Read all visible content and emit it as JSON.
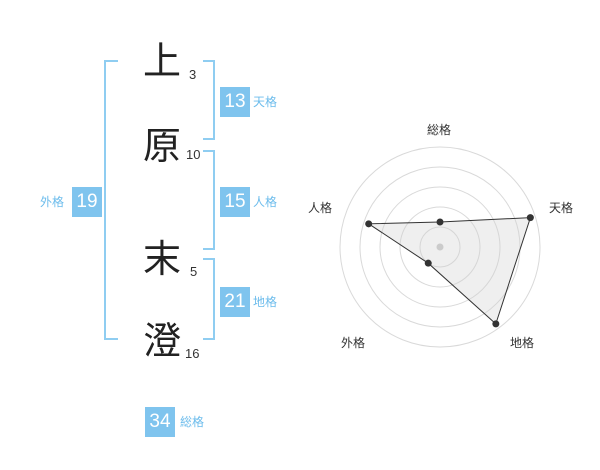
{
  "name": {
    "characters": [
      {
        "char": "上",
        "strokes": "3"
      },
      {
        "char": "原",
        "strokes": "10"
      },
      {
        "char": "末",
        "strokes": "5"
      },
      {
        "char": "澄",
        "strokes": "16"
      }
    ]
  },
  "fortunes": {
    "tenkaku": {
      "value": "13",
      "label": "天格"
    },
    "jinkaku": {
      "value": "15",
      "label": "人格"
    },
    "chikaku": {
      "value": "21",
      "label": "地格"
    },
    "gaikaku": {
      "value": "19",
      "label": "外格"
    },
    "soukaku": {
      "value": "34",
      "label": "総格"
    }
  },
  "colors": {
    "accent": "#7fc4ee",
    "bracket": "#8fcdf1",
    "label": "#6cbcec"
  },
  "chart_data": {
    "type": "radar",
    "axes": [
      "総格",
      "天格",
      "地格",
      "外格",
      "人格"
    ],
    "values": [
      0.25,
      0.95,
      0.95,
      0.2,
      0.75
    ],
    "rings": 5,
    "max": 1
  }
}
